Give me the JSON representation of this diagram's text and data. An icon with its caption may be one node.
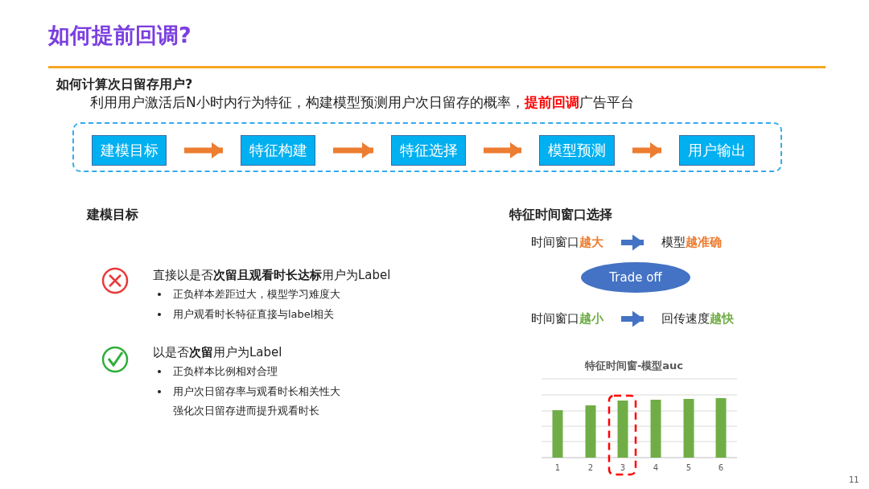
{
  "diagram": {
    "title": "如何提前回调?",
    "nodes": [
      {
        "text": [],
        "shape": "box"
      },
      {
        "text": [
          "建模目标"
        ],
        "in": 0
      },
      {
        "text": [
          "特征构建"
        ],
        "in": 0
      },
      {
        "text": [
          "特征选择"
        ],
        "in": 0
      },
      {
        "text": [
          "模型预测"
        ],
        "in": 0
      },
      {
        "text": [
          "用户输出"
        ],
        "in": 0
      },
      {
        "text": [
          "时间窗口**越大**"
        ]
      },
      {
        "text": [
          "模型**越准确**"
        ]
      },
      {
        "text": [
          "Trade off"
        ]
      },
      {
        "text": [
          "时间窗口**越小**"
        ]
      },
      {
        "text": [
          "回传速度**越快**"
        ]
      }
    ],
    "edges": [
      {
        "from": 1,
        "to": 2,
        "arrow": "to"
      },
      {
        "from": 2,
        "to": 3,
        "arrow": "to"
      },
      {
        "from": 3,
        "to": 4,
        "arrow": "to"
      },
      {
        "from": 4,
        "to": 5,
        "arrow": "to"
      },
      {
        "from": 6,
        "to": 7,
        "arrow": "to",
        "color": "#4472c4"
      },
      {
        "from": 9,
        "to": 10,
        "arrow": "to",
        "color": "#4472c4"
      }
    ],
    "labels": [
      "如何计算次日留存用户?",
      "利用用户激活后N小时内行为特征，构建模型预测用户次日留存的概率，**提前回调**广告平台",
      "建模目标",
      "直接以是否**次留且观看时长达标**用户为Label",
      "正负样本差距过大，模型学习难度大",
      "用户观看时长特征直接与label相关",
      "以是否**次留**用户为Label",
      "正负样本比例相对合理",
      "用户次日留存率与观看时长相关性大",
      "强化次日留存进而提升观看时长",
      "特征时间窗口选择",
      "特征时间窗-模型auc",
      "1",
      "2",
      "3",
      "4",
      "5",
      "6",
      "11"
    ]
  }
}
